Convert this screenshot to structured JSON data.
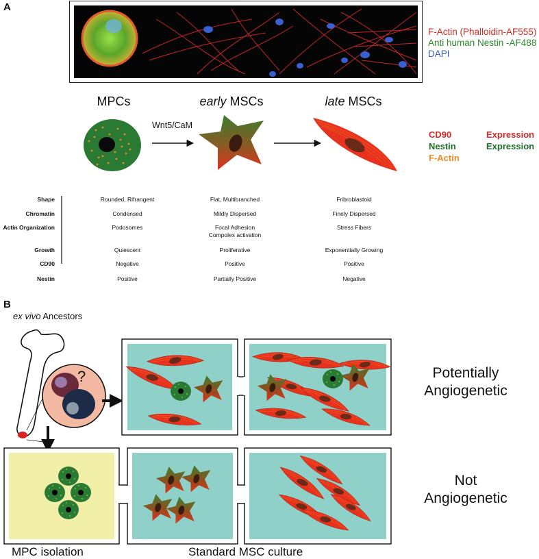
{
  "panels": {
    "a": "A",
    "b": "B"
  },
  "micrograph_legend": [
    {
      "text": "F-Actin (Phalloidin-AF555)",
      "color": "#d22b26"
    },
    {
      "text": "Anti human Nestin -AF488",
      "color": "#2d8a2d"
    },
    {
      "text": "DAPI",
      "color": "#3a5fc0"
    }
  ],
  "stages": [
    {
      "prefix": "",
      "main": "MPCs"
    },
    {
      "prefix": "early",
      "main": " MSCs"
    },
    {
      "prefix": "late",
      "main": " MSCs"
    }
  ],
  "transition_label": "Wnt5/CaM",
  "markers": [
    {
      "name": "CD90",
      "name_color": "#d22b26",
      "suffix": "Expression",
      "suffix_color": "#d22b26"
    },
    {
      "name": "Nestin",
      "name_color": "#1f6e2a",
      "suffix": "Expression",
      "suffix_color": "#1f6e2a"
    },
    {
      "name": "F-Actin",
      "name_color": "#f08a24",
      "suffix": "",
      "suffix_color": "#f08a24"
    }
  ],
  "table": {
    "rows": [
      {
        "label": "Shape",
        "values": [
          "Rounded, Rifrangent",
          "Flat, Multibranched",
          "Fribroblastoid"
        ]
      },
      {
        "label": "Chromatin",
        "values": [
          "Condensed",
          "Mildly Dispersed",
          "Finely Dispersed"
        ]
      },
      {
        "label": "Actin Organization",
        "values": [
          "Podosomes",
          "Focal Adhesion\nCompolex activation",
          "Stress Fibers"
        ]
      },
      {
        "label": "Growth",
        "values": [
          "Quiescent",
          "Proliferative",
          "Exponentially Growing"
        ]
      },
      {
        "label": "CD90",
        "values": [
          "Negative",
          "Positive",
          "Positive"
        ]
      },
      {
        "label": "Nestin",
        "values": [
          "Positive",
          "Partially Positive",
          "Negative"
        ]
      }
    ]
  },
  "panel_b": {
    "ancestors_italic": "ex vivo",
    "ancestors_rest": " Ancestors",
    "question": "?",
    "row1_label": [
      "Potentially",
      "Angiogenetic"
    ],
    "row2_label": [
      "Not",
      "Angiogenetic"
    ],
    "caption_left": "MPC isolation",
    "caption_right": "Standard MSC culture"
  },
  "colors": {
    "mpc_green": "#2a7a34",
    "actin_orange": "#f08a24",
    "msc_red": "#e8321e",
    "culture_bg": "#8fd0c8",
    "mpc_bg": "#f2f0a8",
    "ancestor_circle": "#f4b9a3"
  }
}
